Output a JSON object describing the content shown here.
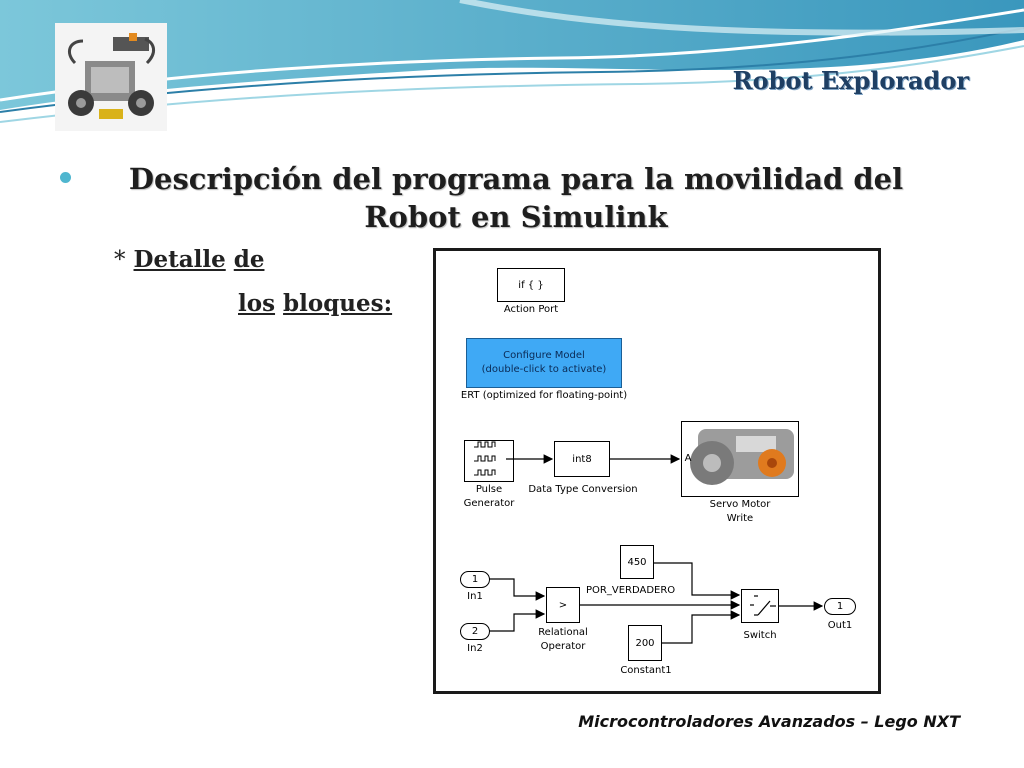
{
  "header": {
    "title": "Robot Explorador",
    "logo_icon": "lego-robot-icon",
    "wave_colors": [
      "#5fb7cf",
      "#2f88b0",
      "#9fd6e4"
    ]
  },
  "main": {
    "bullet": "Descripción del programa para la movilidad del Robot en Simulink",
    "sub_star": "*",
    "sub_word1": "Detalle",
    "sub_word2": "de",
    "sub_word3": "los",
    "sub_word4": "bloques:"
  },
  "diagram": {
    "action_port_block": "if { }",
    "action_port_label": "Action Port",
    "configure_line1": "Configure Model",
    "configure_line2": "(double-click to activate)",
    "configure_label": "ERT (optimized for floating-point)",
    "pulse_label_1": "Pulse",
    "pulse_label_2": "Generator",
    "int8_block": "int8",
    "int8_label": "Data Type Conversion",
    "servo_port": "A",
    "servo_label_1": "Servo Motor",
    "servo_label_2": "Write",
    "const450": "450",
    "por_verdadero": "POR_VERDADERO",
    "in1_value": "1",
    "in1_label": "In1",
    "in2_value": "2",
    "in2_label": "In2",
    "relop_symbol": ">",
    "relop_label_1": "Relational",
    "relop_label_2": "Operator",
    "const200": "200",
    "const200_label": "Constant1",
    "switch_label": "Switch",
    "out1_value": "1",
    "out1_label": "Out1"
  },
  "footer": {
    "text": "Microcontroladores Avanzados – Lego NXT"
  }
}
